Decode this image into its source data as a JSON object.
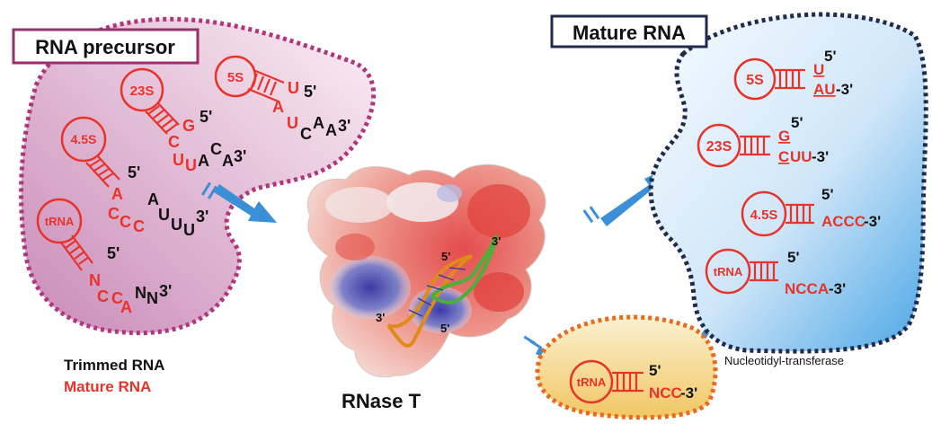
{
  "colors": {
    "red": "#e8332a",
    "black": "#111111",
    "magenta_border": "#b0357d",
    "navy_border": "#1f2a4d",
    "orange_border": "#e86a1e",
    "arrow_blue": "#3a8fd6"
  },
  "left_panel": {
    "title": "RNA precursor",
    "structures": {
      "s5S": {
        "name": "5S",
        "prime5": "5'",
        "mature": [
          "U",
          "A",
          "U"
        ],
        "trimmed": [
          "C",
          "A",
          "A",
          "3'"
        ]
      },
      "s23S": {
        "name": "23S",
        "prime5": "5'",
        "mature": [
          "G",
          "C",
          "U",
          "U"
        ],
        "trimmed": [
          "A",
          "C",
          "A",
          "3'"
        ]
      },
      "s45S": {
        "name": "4.5S",
        "prime5": "5'",
        "mature": [
          "A",
          "C",
          "C",
          "C"
        ],
        "trimmed": [
          "A",
          "U",
          "U",
          "U",
          "3'"
        ]
      },
      "tRNA": {
        "name": "tRNA",
        "prime5": "5'",
        "mature": [
          "N",
          "C",
          "C",
          "A"
        ],
        "trimmed": [
          "N",
          "N",
          "3'"
        ]
      }
    }
  },
  "legend": {
    "trimmed": "Trimmed RNA",
    "mature": "Mature RNA"
  },
  "center": {
    "label": "RNase T",
    "strand_labels": {
      "top_3": "3'",
      "top_5": "5'",
      "left_3": "3'",
      "bottom_5": "5'"
    }
  },
  "right_panel": {
    "title": "Mature RNA",
    "items": {
      "s5S": {
        "name": "5S",
        "prime5": "5'",
        "top": "U",
        "bottom": "AU",
        "end": "-3'"
      },
      "s23S": {
        "name": "23S",
        "prime5": "5'",
        "top": "G",
        "bottom_u": "C",
        "bottom_rest": "UU",
        "end": "-3'"
      },
      "s45S": {
        "name": "4.5S",
        "prime5": "5'",
        "seq": "ACCC",
        "end": "-3'"
      },
      "tRNA": {
        "name": "tRNA",
        "prime5": "5'",
        "seq": "NCCA",
        "end": "-3'"
      }
    }
  },
  "bottom_blob": {
    "name": "tRNA",
    "prime5": "5'",
    "seq": "NCC",
    "end": "-3'"
  },
  "enzyme_label": "Nucleotidyl-transferase"
}
